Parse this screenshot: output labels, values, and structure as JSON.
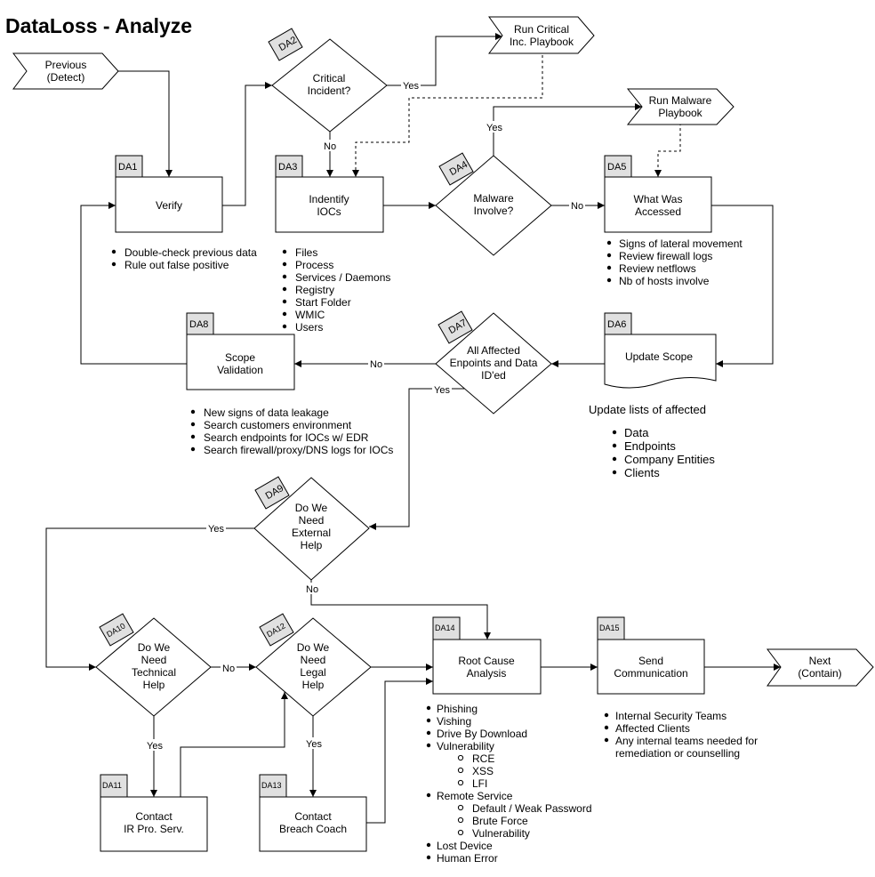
{
  "title": "DataLoss - Analyze",
  "offpage": {
    "previous": [
      "Previous",
      "(Detect)"
    ],
    "critical_playbook": [
      "Run Critical",
      "Inc. Playbook"
    ],
    "malware_playbook": [
      "Run Malware",
      "Playbook"
    ],
    "next": [
      "Next",
      "(Contain)"
    ]
  },
  "nodes": {
    "da1": {
      "tag": "DA1",
      "lines": [
        "Verify"
      ]
    },
    "da2": {
      "tag": "DA2",
      "lines": [
        "Critical",
        "Incident?"
      ]
    },
    "da3": {
      "tag": "DA3",
      "lines": [
        "Indentify",
        "IOCs"
      ]
    },
    "da4": {
      "tag": "DA4",
      "lines": [
        "Malware",
        "Involve?"
      ]
    },
    "da5": {
      "tag": "DA5",
      "lines": [
        "What Was",
        "Accessed"
      ]
    },
    "da6": {
      "tag": "DA6",
      "lines": [
        "Update Scope"
      ]
    },
    "da7": {
      "tag": "DA7",
      "lines": [
        "All Affected",
        "Enpoints and Data",
        "ID'ed"
      ]
    },
    "da8": {
      "tag": "DA8",
      "lines": [
        "Scope",
        "Validation"
      ]
    },
    "da9": {
      "tag": "DA9",
      "lines": [
        "Do We",
        "Need",
        "External",
        "Help"
      ]
    },
    "da10": {
      "tag": "DA10",
      "lines": [
        "Do We",
        "Need",
        "Technical",
        "Help"
      ]
    },
    "da11": {
      "tag": "DA11",
      "lines": [
        "Contact",
        "IR Pro. Serv."
      ]
    },
    "da12": {
      "tag": "DA12",
      "lines": [
        "Do We",
        "Need",
        "Legal",
        "Help"
      ]
    },
    "da13": {
      "tag": "DA13",
      "lines": [
        "Contact",
        "Breach Coach"
      ]
    },
    "da14": {
      "tag": "DA14",
      "lines": [
        "Root Cause",
        "Analysis"
      ]
    },
    "da15": {
      "tag": "DA15",
      "lines": [
        "Send",
        "Communication"
      ]
    }
  },
  "edge_labels": {
    "da2_yes": "Yes",
    "da2_no": "No",
    "da4_yes": "Yes",
    "da4_no": "No",
    "da7_no": "No",
    "da7_yes": "Yes",
    "da9_yes": "Yes",
    "da9_no": "No",
    "da10_no": "No",
    "da10_yes": "Yes",
    "da12_yes": "Yes"
  },
  "notes": {
    "da1": [
      "Double-check previous data",
      "Rule out false positive"
    ],
    "da3": [
      "Files",
      "Process",
      "Services / Daemons",
      "Registry",
      "Start Folder",
      "WMIC",
      "Users"
    ],
    "da5": [
      "Signs of lateral movement",
      "Review firewall logs",
      "Review netflows",
      "Nb of hosts involve"
    ],
    "da6_heading": "Update lists of affected",
    "da6": [
      "Data",
      "Endpoints",
      "Company Entities",
      "Clients"
    ],
    "da8": [
      "New signs of data leakage",
      "Search customers environment",
      "Search endpoints for IOCs w/ EDR",
      "Search firewall/proxy/DNS logs for IOCs"
    ],
    "da14": [
      "Phishing",
      "Vishing",
      "Drive By Download",
      "Vulnerability",
      "RCE",
      "XSS",
      "LFI",
      "Remote Service",
      "Default / Weak Password",
      "Brute Force",
      "Vulnerability",
      "Lost Device",
      "Human Error"
    ],
    "da15": [
      "Internal Security Teams",
      "Affected Clients",
      "Any internal teams needed for",
      "remediation or counselling"
    ]
  }
}
